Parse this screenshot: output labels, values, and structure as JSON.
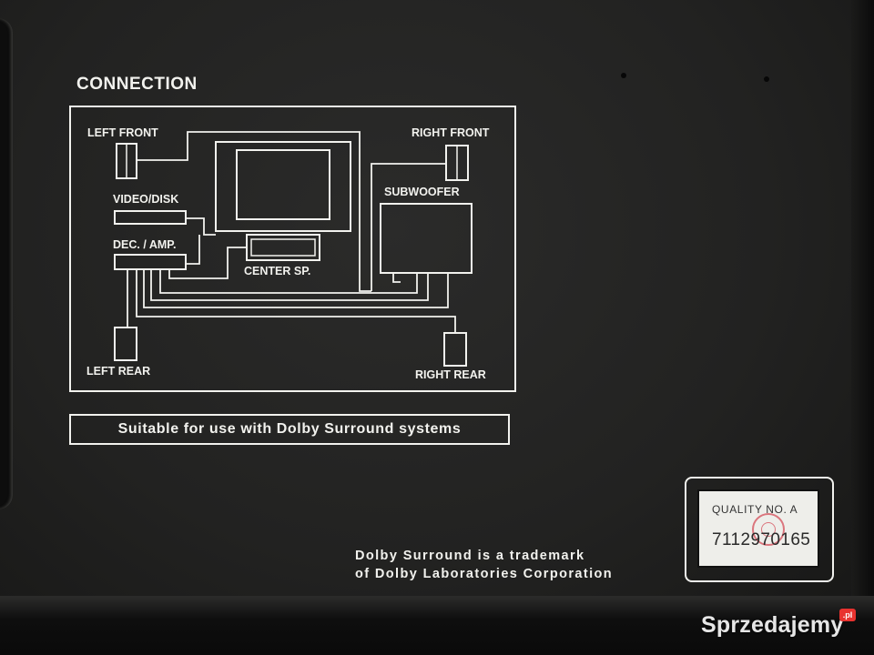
{
  "panel": {
    "title": "CONNECTION",
    "diagram": {
      "left_front": "LEFT  FRONT",
      "right_front": "RIGHT  FRONT",
      "subwoofer": "SUBWOOFER",
      "video_disk": "VIDEO/DISK",
      "dec_amp": "DEC. / AMP.",
      "center_sp": "CENTER  SP.",
      "left_rear": "LEFT  REAR",
      "right_rear": "RIGHT  REAR"
    },
    "suitable_text": "Suitable for use with Dolby Surround systems",
    "trademark_line1": "Dolby  Surround  is  a  trademark",
    "trademark_line2": "of  Dolby  Laboratories  Corporation"
  },
  "quality_label": {
    "label": "QUALITY NO. A",
    "number": "7112970165"
  },
  "watermark": {
    "text": "Sprzedajemy",
    "badge": ".pl"
  },
  "colors": {
    "panel": "#222221",
    "print": "#f2f2ee",
    "watermark_badge": "#e8322f",
    "stamp": "#d8606a"
  }
}
